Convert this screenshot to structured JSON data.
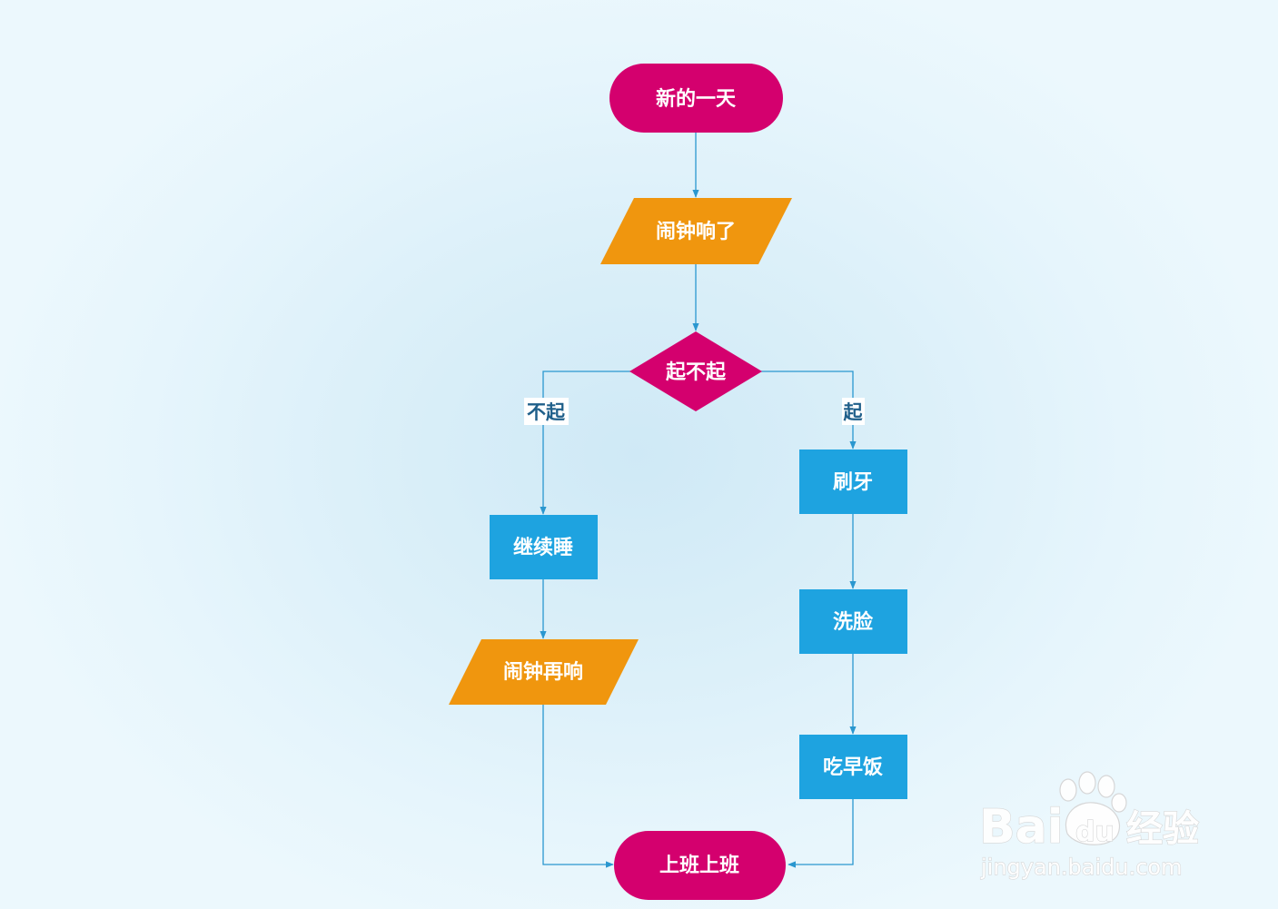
{
  "colors": {
    "terminal": "#d4006e",
    "decision": "#d4006e",
    "io": "#f0960e",
    "process": "#1ea3e0",
    "edge": "#2a97cf",
    "edge_label": "#1f5f8a"
  },
  "nodes": {
    "start": "新的一天",
    "alarm": "闹钟响了",
    "decision": "起不起",
    "keep_sleeping": "继续睡",
    "alarm_again": "闹钟再响",
    "brush_teeth": "刷牙",
    "wash_face": "洗脸",
    "eat_breakfast": "吃早饭",
    "end": "上班上班"
  },
  "edge_labels": {
    "no": "不起",
    "yes": "起"
  },
  "watermark": {
    "brand": "Bai",
    "brand2": "du",
    "cn": "经验",
    "url": "jingyan.baidu.com",
    "icon": "paw-icon"
  }
}
